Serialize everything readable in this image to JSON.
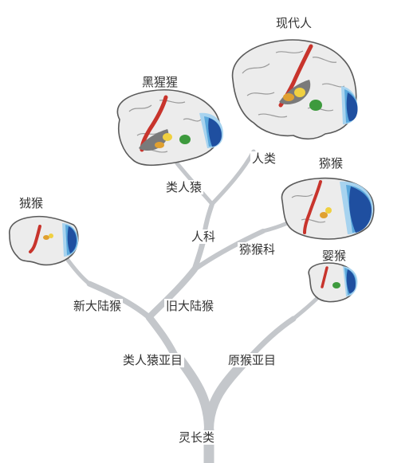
{
  "labels": {
    "primates": "灵长类",
    "anthropoidea": "类人猿亚目",
    "prosimii": "原猴亚目",
    "new_world_monkeys": "新大陆猴",
    "old_world_monkeys": "旧大陆猴",
    "hominidae": "人科",
    "cercopithecidae": "猕猴科",
    "hominoids": "类人猿",
    "humans": "人类",
    "capuchin": "狨猴",
    "chimpanzee": "黑猩猩",
    "modern_human": "现代人",
    "macaque": "猕猴",
    "galago": "婴猴"
  },
  "colors": {
    "tree": "#c4c7cb",
    "brain_fill": "#ececec",
    "brain_outline": "#5a5a5a",
    "motor_strip": "#c8342c",
    "auditory": "#7a7a7a",
    "language_orange": "#e0a030",
    "language_yellow": "#f0d040",
    "frontal_green": "#3d9a3d",
    "visual_dark_blue": "#1f4fa0",
    "visual_light_blue": "#5aa8dc",
    "visual_pale_blue": "#a7d3ef"
  }
}
